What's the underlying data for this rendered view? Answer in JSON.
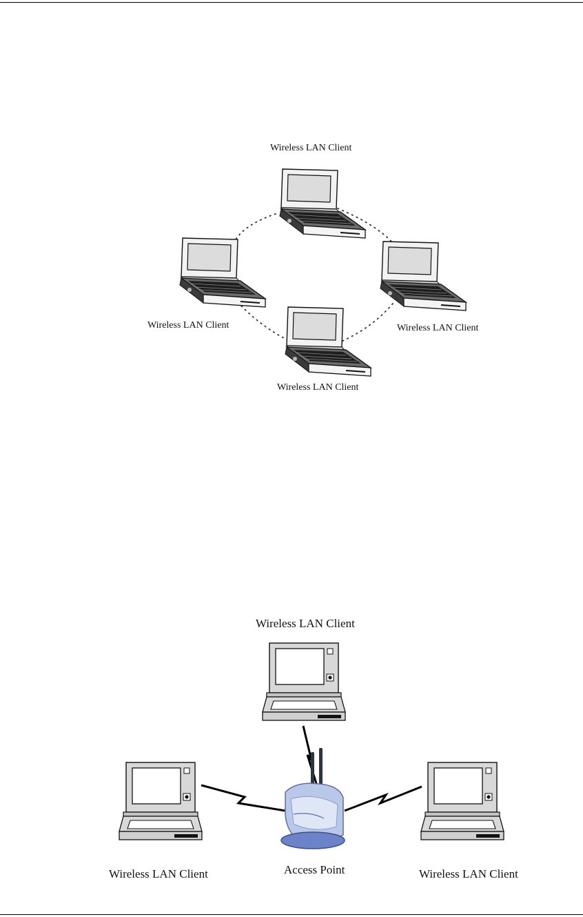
{
  "adhoc_diagram": {
    "clients": [
      {
        "label": "Wireless LAN Client",
        "position": "top"
      },
      {
        "label": "Wireless LAN Client",
        "position": "left"
      },
      {
        "label": "Wireless LAN Client",
        "position": "right"
      },
      {
        "label": "Wireless LAN Client",
        "position": "bottom"
      }
    ],
    "link_style": "dotted-ring"
  },
  "infrastructure_diagram": {
    "clients": [
      {
        "label": "Wireless LAN Client",
        "position": "top"
      },
      {
        "label": "Wireless LAN Client",
        "position": "left"
      },
      {
        "label": "Wireless LAN Client",
        "position": "right"
      }
    ],
    "access_point": {
      "label": "Access Point",
      "icon": "access-point-icon"
    },
    "link_style": "zigzag-radio",
    "colors": {
      "access_point_body": "#b9c7e8",
      "access_point_base": "#6c82c9"
    }
  }
}
